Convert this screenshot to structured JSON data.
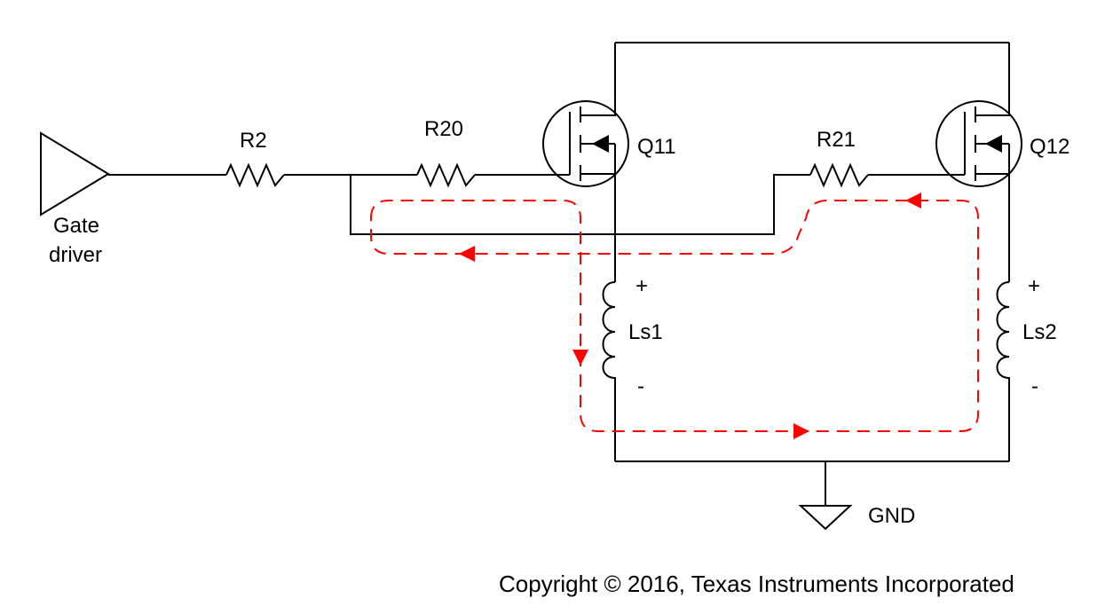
{
  "labels": {
    "gate_driver_line1": "Gate",
    "gate_driver_line2": "driver",
    "r2": "R2",
    "r20": "R20",
    "r21": "R21",
    "q11": "Q11",
    "q12": "Q12",
    "ls1": "Ls1",
    "ls2": "Ls2",
    "plus": "+",
    "minus": "-",
    "gnd": "GND"
  },
  "footer": {
    "copyright": "Copyright © 2016, Texas Instruments Incorporated"
  },
  "colors": {
    "wire": "#000000",
    "current_loop": "#ff0000"
  }
}
